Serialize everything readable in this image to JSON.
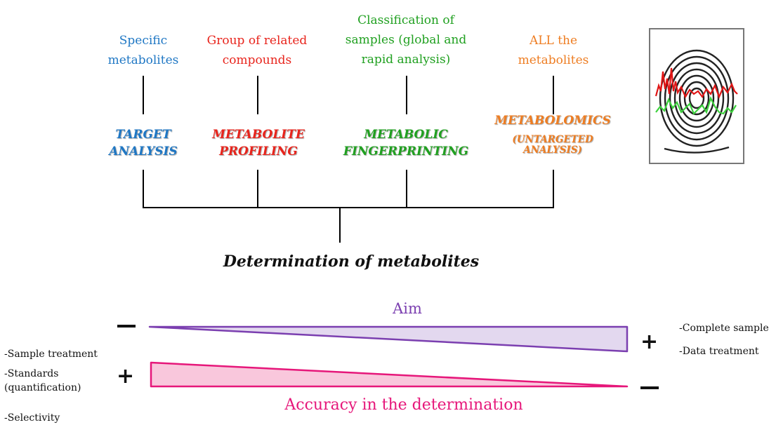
{
  "columns": [
    {
      "description": "Specific\nmetabolites",
      "technique": "TARGET\nANALYSIS",
      "color": "#1f77c4"
    },
    {
      "description": "Group of related\ncompounds",
      "technique": "METABOLITE\nPROFILING",
      "color": "#e8241c"
    },
    {
      "description": "Classification of\nsamples (global and\nrapid analysis)",
      "technique": "METABOLIC\nFINGERPRINTING",
      "color": "#20a020"
    },
    {
      "description": "ALL the\nmetabolites",
      "technique": "METABOLOMICS",
      "technique_sub": "(UNTARGETED\nANALYSIS)",
      "color": "#ee7d22"
    }
  ],
  "root_label": "Determination of metabolites",
  "aim": {
    "label": "Aim",
    "color": "#7b3fb0",
    "fill": "#e3d8ef",
    "left_sign": "−",
    "right_sign": "+",
    "right_notes": [
      "-Complete sample",
      "-Data treatment"
    ]
  },
  "accuracy": {
    "label": "Accuracy in the determination",
    "color": "#e6177a",
    "fill": "#f9c7dc",
    "left_sign": "+",
    "right_sign": "−",
    "left_notes": [
      "-Sample treatment",
      "-Standards\n(quantification)",
      "-Selectivity"
    ]
  }
}
